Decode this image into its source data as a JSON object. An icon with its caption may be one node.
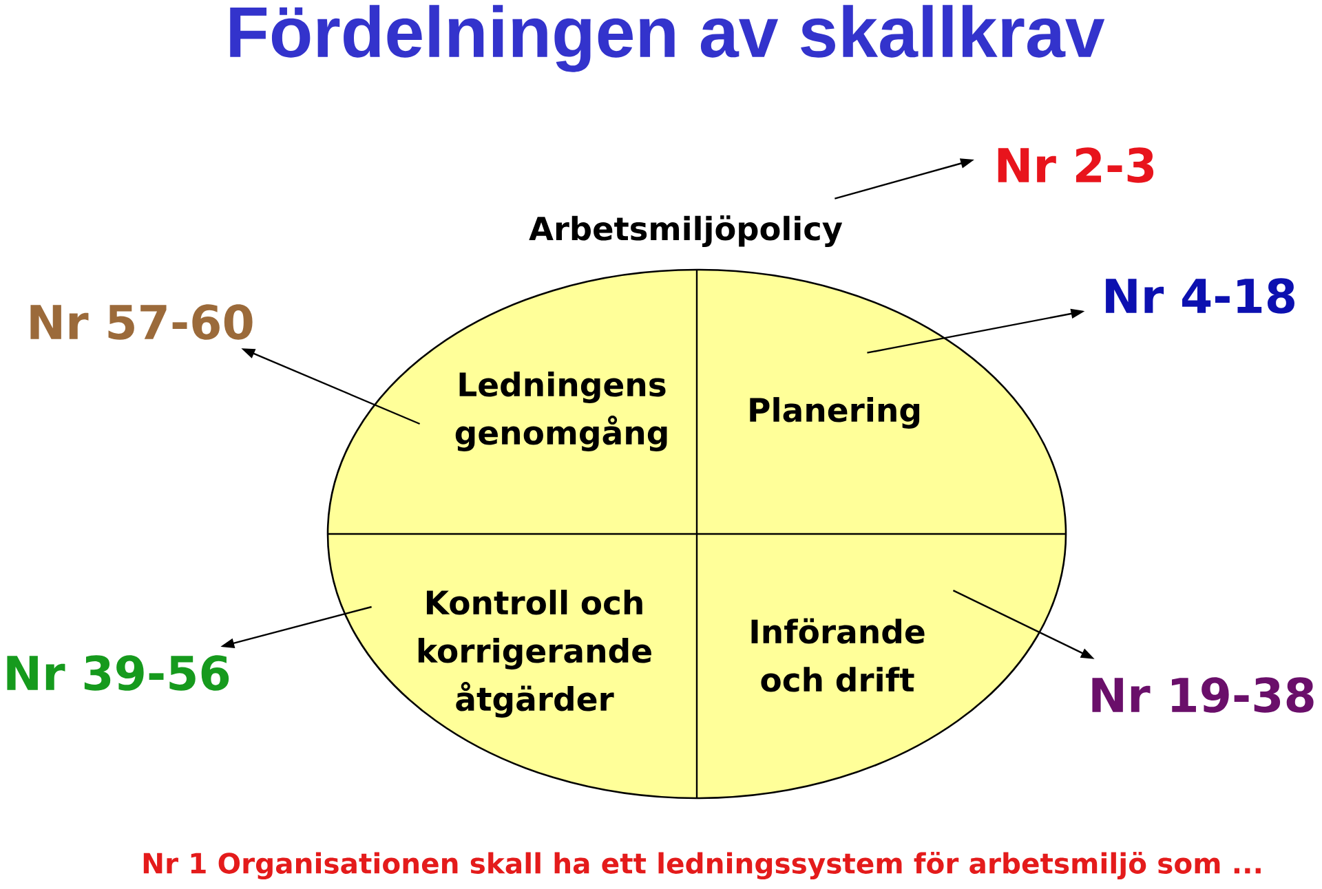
{
  "diagram": {
    "title": "Fördelningen av skallkrav",
    "nodes": [
      {
        "text": [
          "Arbetsmiljöpolicy"
        ]
      },
      {
        "text": [
          "Ledningens genomgång"
        ],
        "in": 0
      },
      {
        "text": [
          "Planering"
        ],
        "in": 0
      },
      {
        "text": [
          "Kontroll och korrigerande åtgärder"
        ],
        "in": 0
      },
      {
        "text": [
          "Införande och drift"
        ],
        "in": 0
      },
      {
        "text": [
          "Nr 2-3"
        ]
      },
      {
        "text": [
          "Nr 4-18"
        ]
      },
      {
        "text": [
          "Nr 57-60"
        ]
      },
      {
        "text": [
          "Nr 39-56"
        ]
      },
      {
        "text": [
          "Nr 19-38"
        ]
      }
    ],
    "edges": [
      {
        "from": 0,
        "to": 5,
        "arrow": "to"
      },
      {
        "from": 2,
        "to": 6,
        "arrow": "to"
      },
      {
        "from": 1,
        "to": 7,
        "arrow": "to"
      },
      {
        "from": 3,
        "to": 8,
        "arrow": "to"
      },
      {
        "from": 4,
        "to": 9,
        "arrow": "to"
      }
    ],
    "labels": [
      "Nr 1 Organisationen skall ha ett ledningssystem för arbetsmiljö som ..."
    ]
  }
}
